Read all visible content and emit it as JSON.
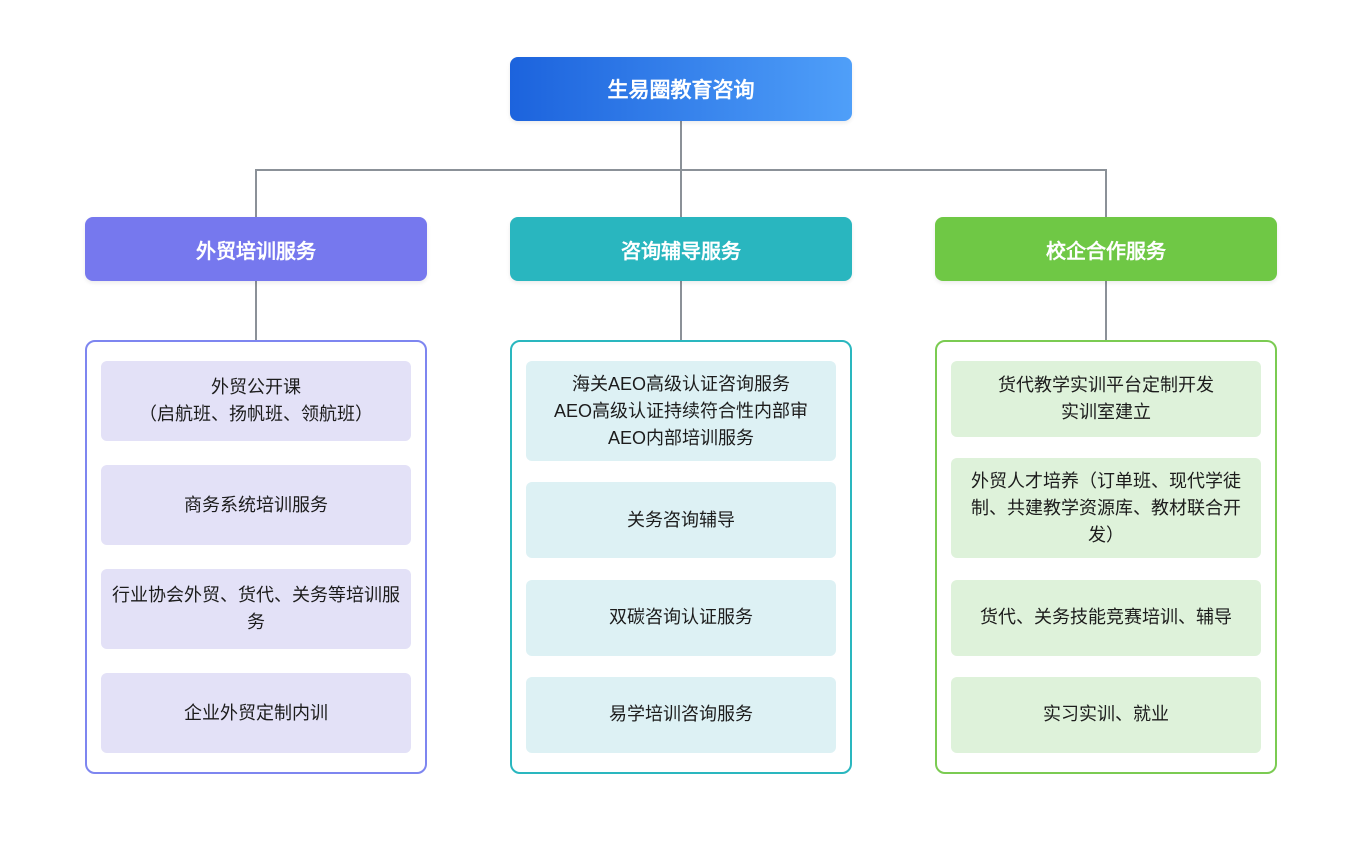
{
  "diagram": {
    "connector_color": "#8b9198",
    "root": {
      "label": "生易圈教育咨询",
      "gradient_from": "#1c63dd",
      "gradient_to": "#4f9ff9"
    },
    "branches": [
      {
        "label": "外贸培训服务",
        "header_color": "#7678ee",
        "border_color": "#7e86f0",
        "item_bg": "#e3e1f7",
        "items": [
          "外贸公开课\n（启航班、扬帆班、领航班）",
          "商务系统培训服务",
          "行业协会外贸、货代、关务等培训服务",
          "企业外贸定制内训"
        ]
      },
      {
        "label": "咨询辅导服务",
        "header_color": "#29b6bf",
        "border_color": "#2ab7bf",
        "item_bg": "#ddf1f4",
        "items": [
          "海关AEO高级认证咨询服务\nAEO高级认证持续符合性内部审\nAEO内部培训服务",
          "关务咨询辅导",
          "双碳咨询认证服务",
          "易学培训咨询服务"
        ]
      },
      {
        "label": "校企合作服务",
        "header_color": "#6fc845",
        "border_color": "#7bcb52",
        "item_bg": "#def2da",
        "items": [
          "货代教学实训平台定制开发\n实训室建立",
          "外贸人才培养（订单班、现代学徒制、共建教学资源库、教材联合开发）",
          "货代、关务技能竞赛培训、辅导",
          "实习实训、就业"
        ]
      }
    ]
  }
}
